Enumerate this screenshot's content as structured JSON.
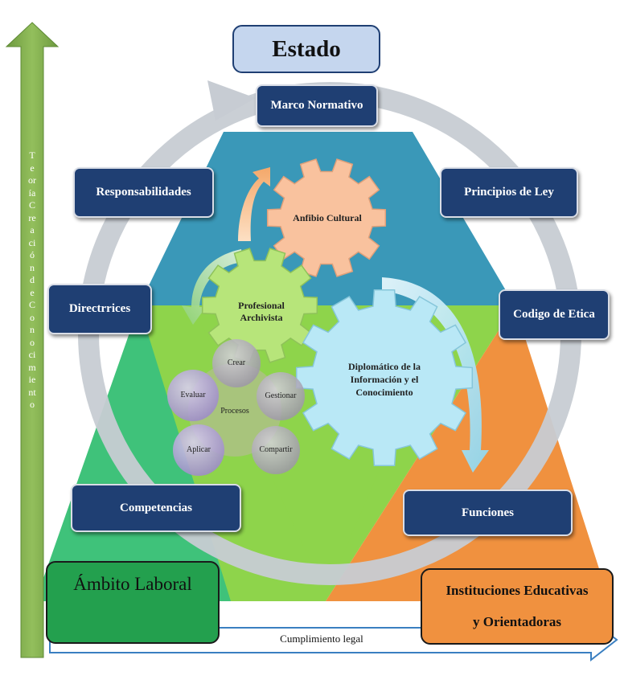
{
  "title": "Estado",
  "ring_labels": {
    "marco": "Marco Normativo",
    "responsabilidades": "Responsabilidades",
    "principios": "Principios de Ley",
    "directrices": "Directrrices",
    "codigo": "Codigo de Etica",
    "competencias": "Competencias",
    "funciones": "Funciones"
  },
  "gears": {
    "anfibio": "Anfibio Cultural",
    "profesional": "Profesional Archivista",
    "diplomatico": "Diplomático de la Información y el Conocimiento"
  },
  "processes": {
    "center": "Procesos",
    "items": [
      "Crear",
      "Gestionar",
      "Compartir",
      "Aplicar",
      "Evaluar"
    ]
  },
  "corner_boxes": {
    "ambito": "Ámbito Laboral",
    "instituciones_line1": "Instituciones Educativas",
    "instituciones_line2": "y Orientadoras"
  },
  "axes": {
    "vertical": "TeoríaCreacióndeConocimiento",
    "horizontal": "Cumplimiento legal"
  },
  "colors": {
    "navy": "#1f3f73",
    "top_triangle": "#3a98b8",
    "left_triangle": "#3fc27a",
    "center_triangle": "#8ed44b",
    "right_triangle": "#f0913f",
    "title_box": "#c5d6ee",
    "ambito_box": "#23a04e",
    "instituciones_box": "#f0913f",
    "vertical_arrow": "#7aa64a",
    "ring": "#c7ccd3"
  }
}
